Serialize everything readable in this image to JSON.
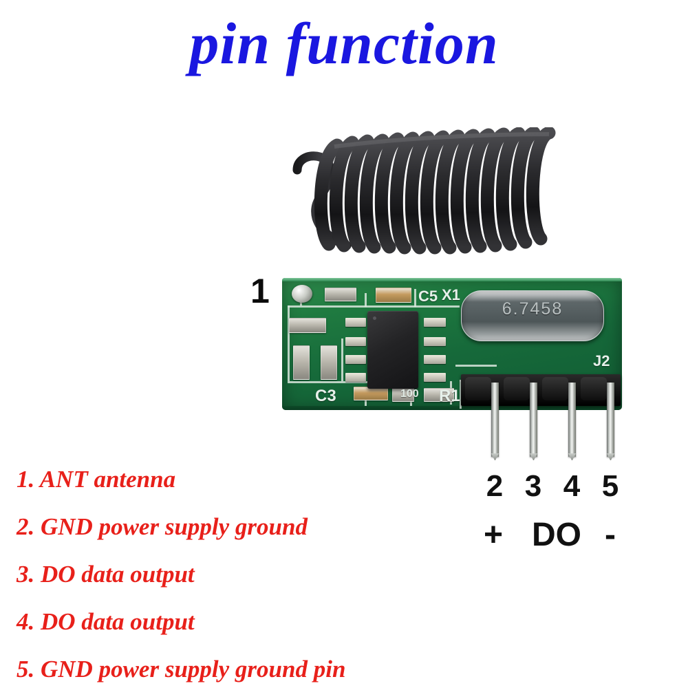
{
  "title": "pin function",
  "colors": {
    "title_blue": "#1a17e0",
    "legend_red": "#e8201a",
    "callout_black": "#111111",
    "pcb_green": "#1f7a40"
  },
  "diagram": {
    "antenna_callout": "1",
    "board": {
      "silkscreen": {
        "c5": "C5",
        "x1": "X1",
        "c3": "C3",
        "r1": "R1",
        "cap_100": "100",
        "j2": "J2"
      },
      "crystal_marking": "6.7458"
    },
    "pin_numbers": [
      "2",
      "3",
      "4",
      "5"
    ],
    "pin_symbols": {
      "plus": "+",
      "data": "DO",
      "minus": "-"
    }
  },
  "legend": {
    "items": [
      "1. ANT antenna",
      "2. GND power supply ground",
      "3. DO data output",
      "4. DO data output",
      "5. GND power supply ground pin"
    ]
  }
}
